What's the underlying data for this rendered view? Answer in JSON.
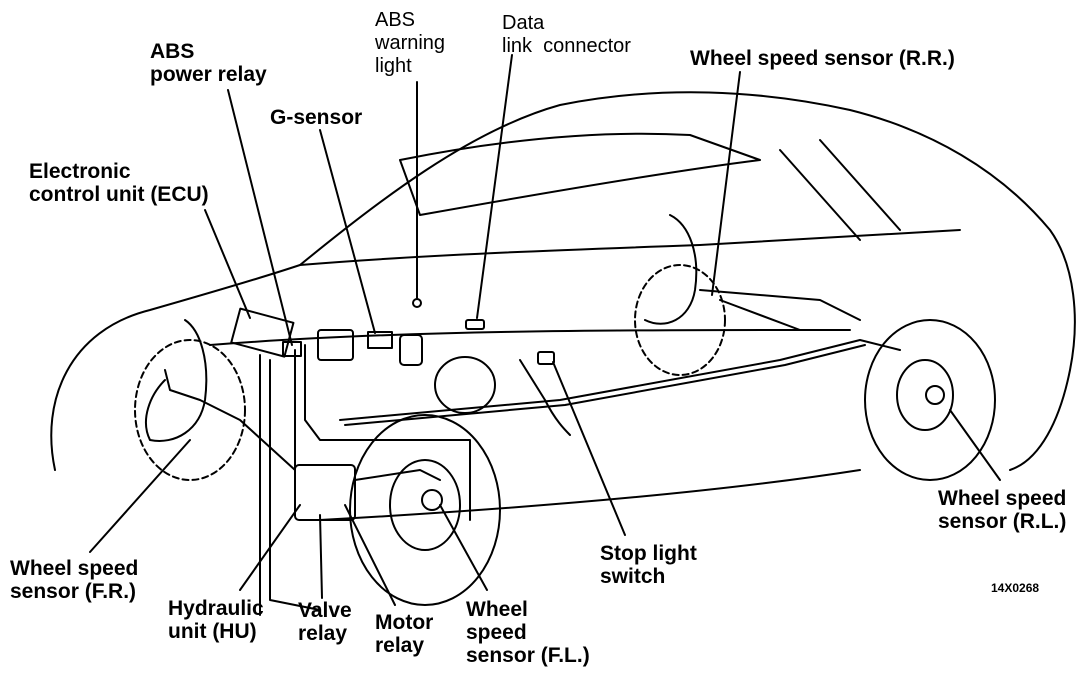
{
  "labels": {
    "abs_power_relay": [
      "ABS",
      "power relay"
    ],
    "ecu": [
      "Electronic",
      "control unit (ECU)"
    ],
    "g_sensor": "G-sensor",
    "abs_warning_light": [
      "ABS",
      "warning",
      "light"
    ],
    "data_link": [
      "Data",
      "link  connector"
    ],
    "wss_rr": "Wheel speed sensor (R.R.)",
    "wss_rl": [
      "Wheel speed",
      "sensor (R.L.)"
    ],
    "wss_fr": [
      "Wheel speed",
      "sensor (F.R.)"
    ],
    "hydraulic_unit": [
      "Hydraulic",
      "unit (HU)"
    ],
    "valve_relay": [
      "Valve",
      "relay"
    ],
    "motor_relay": [
      "Motor",
      "relay"
    ],
    "wss_fl": [
      "Wheel",
      "speed",
      "sensor (F.L.)"
    ],
    "stop_light_switch": [
      "Stop light",
      "switch"
    ]
  },
  "figure_code": "14X0268"
}
